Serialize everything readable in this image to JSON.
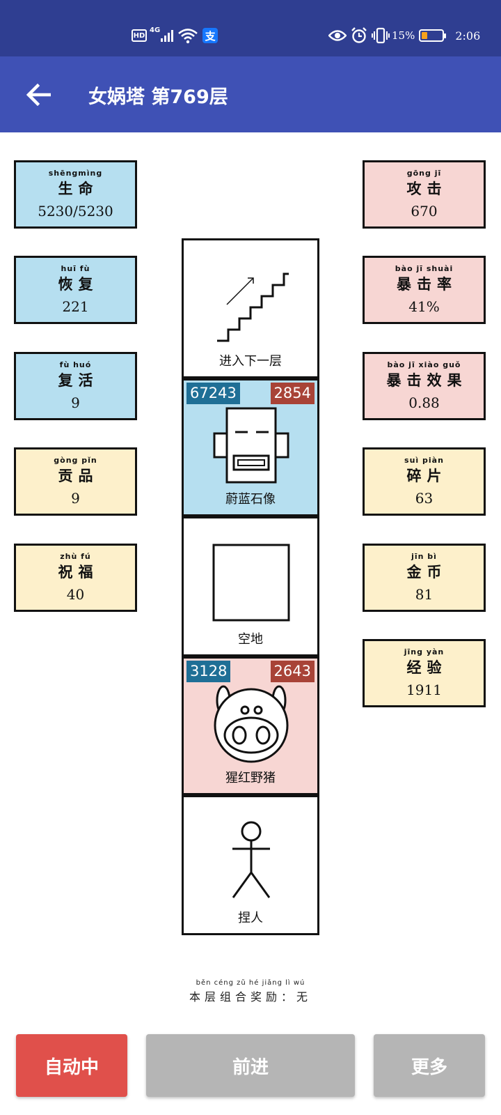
{
  "status_bar": {
    "hd": "HD",
    "network": "4G",
    "alipay_glyph": "支",
    "battery_percent_text": "15%",
    "battery_level": 0.15,
    "time": "2:06"
  },
  "app_bar": {
    "title": "女娲塔 第769层"
  },
  "colors": {
    "status_bar": "#2f3e91",
    "app_bar": "#3f51b5",
    "hp_badge": "#1f6f96",
    "atk_badge": "#a84337",
    "auto_button": "#e0504b",
    "disabled_button": "#b5b5b5"
  },
  "stats_left": [
    {
      "pinyin": "shēngmìng",
      "label": "生命",
      "value": "5230/5230"
    },
    {
      "pinyin": "huī  fù",
      "label": "恢复",
      "value": "221"
    },
    {
      "pinyin": "fù  huó",
      "label": "复活",
      "value": "9"
    },
    {
      "pinyin": "gòng pǐn",
      "label": "贡品",
      "value": "9"
    },
    {
      "pinyin": "zhù  fú",
      "label": "祝福",
      "value": "40"
    }
  ],
  "stats_right": [
    {
      "pinyin": "gōng  jī",
      "label": "攻击",
      "value": "670"
    },
    {
      "pinyin": "bào  jī  shuài",
      "label": "暴击率",
      "value": "41%"
    },
    {
      "pinyin": "bào  jī  xiào guǒ",
      "label": "暴击效果",
      "value": "0.88"
    },
    {
      "pinyin": "suì  piàn",
      "label": "碎片",
      "value": "63"
    },
    {
      "pinyin": "jīn  bì",
      "label": "金币",
      "value": "81"
    },
    {
      "pinyin": "jīng yàn",
      "label": "经验",
      "value": "1911"
    }
  ],
  "tiles": {
    "stairs": {
      "label": "进入下一层",
      "icon": "stairs-up-icon"
    },
    "statue": {
      "hp": "67243",
      "atk": "2854",
      "label": "蔚蓝石像",
      "icon": "stone-statue-icon"
    },
    "empty": {
      "label": "空地",
      "icon": "empty-square-icon"
    },
    "boar": {
      "hp": "3128",
      "atk": "2643",
      "label": "猩红野猪",
      "icon": "boar-face-icon"
    },
    "player": {
      "label": "捏人",
      "icon": "stick-figure-icon"
    }
  },
  "reward": {
    "pinyin": "běn céng  zǔ   hé  jiǎng  lì       wú",
    "text": "本层组合奖励：无"
  },
  "buttons": {
    "auto": "自动中",
    "forward": "前进",
    "more": "更多"
  }
}
